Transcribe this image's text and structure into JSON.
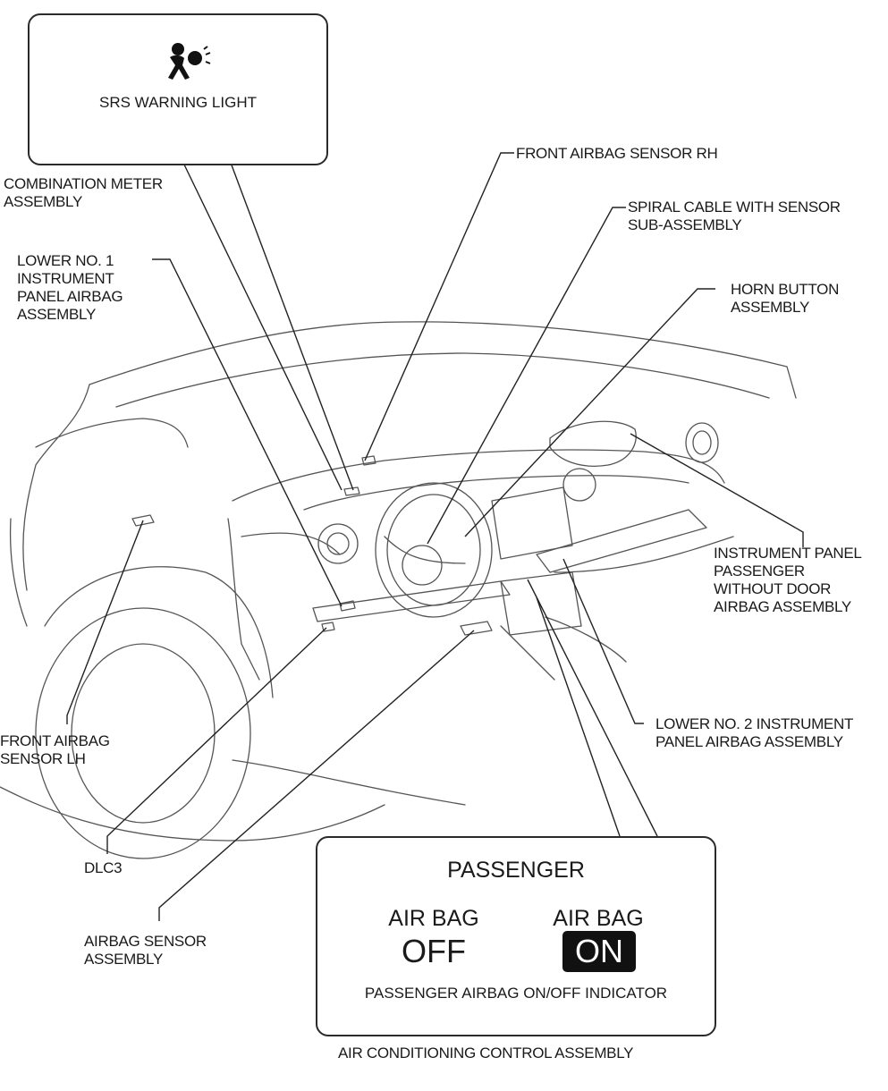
{
  "srs_box": {
    "icon": "airbag-person-icon",
    "label": "SRS WARNING LIGHT"
  },
  "labels": {
    "combination_meter_1": "COMBINATION METER",
    "combination_meter_2": "ASSEMBLY",
    "lower_no1_1": "LOWER NO. 1",
    "lower_no1_2": "INSTRUMENT",
    "lower_no1_3": "PANEL AIRBAG",
    "lower_no1_4": "ASSEMBLY",
    "front_sensor_rh": "FRONT AIRBAG SENSOR RH",
    "spiral_1": "SPIRAL CABLE WITH SENSOR",
    "spiral_2": "SUB-ASSEMBLY",
    "horn_1": "HORN BUTTON",
    "horn_2": "ASSEMBLY",
    "ip_pass_1": "INSTRUMENT PANEL",
    "ip_pass_2": "PASSENGER",
    "ip_pass_3": "WITHOUT  DOOR",
    "ip_pass_4": "AIRBAG ASSEMBLY",
    "lower_no2_1": "LOWER NO. 2 INSTRUMENT",
    "lower_no2_2": "PANEL AIRBAG ASSEMBLY",
    "front_sensor_lh_1": "FRONT AIRBAG",
    "front_sensor_lh_2": "SENSOR LH",
    "dlc3": "DLC3",
    "airbag_sensor_1": "AIRBAG SENSOR",
    "airbag_sensor_2": "ASSEMBLY",
    "ac_control": "AIR CONDITIONING  CONTROL ASSEMBLY"
  },
  "passenger_box": {
    "title": "PASSENGER",
    "left_label": "AIR BAG",
    "left_state": "OFF",
    "right_label": "AIR BAG",
    "right_state": "ON",
    "caption": "PASSENGER AIRBAG ON/OFF INDICATOR"
  }
}
